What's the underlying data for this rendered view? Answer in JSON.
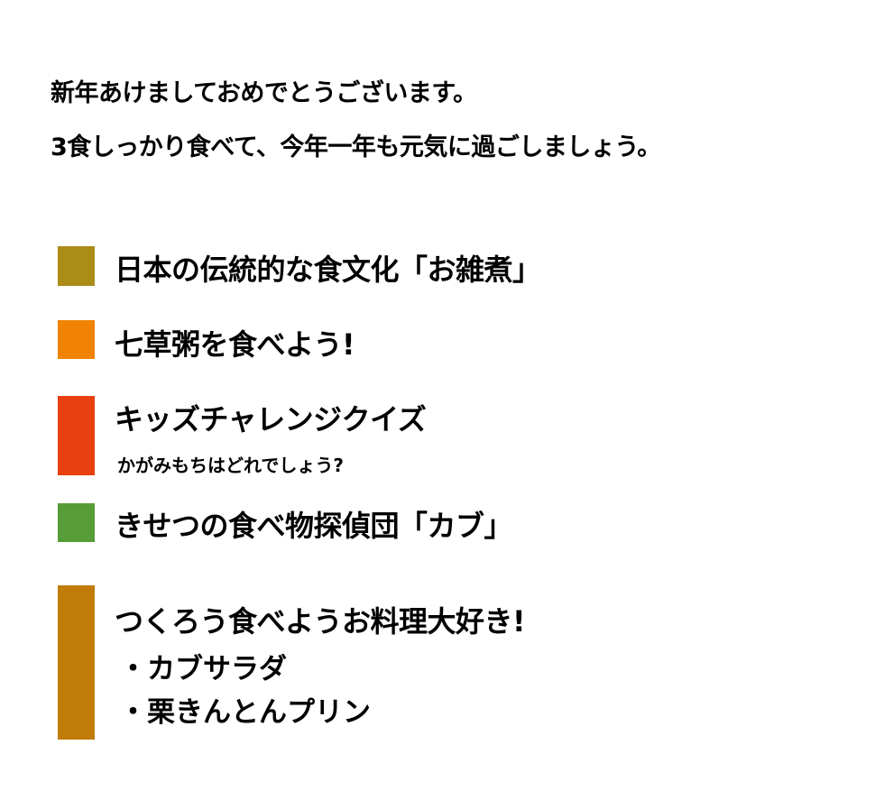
{
  "intro": {
    "line1": "新年あけましておめでとうございます。",
    "line2": "3食しっかり食べて、今年一年も元気に過ごしましょう。"
  },
  "sections": [
    {
      "title": "日本の伝統的な食文化「お雑煮」",
      "color": "#AB8C17"
    },
    {
      "title": "七草粥を食べよう!",
      "color": "#F08302"
    },
    {
      "title": "キッズチャレンジクイズ",
      "subtitle": "かがみもちはどれでしょう?",
      "color": "#E8400F"
    },
    {
      "title": "きせつの食べ物探偵団「カブ」",
      "color": "#569C37"
    },
    {
      "title": "つくろう食べようお料理大好き!",
      "items": [
        "・カブサラダ",
        "・栗きんとんプリン"
      ],
      "color": "#C07C06"
    }
  ]
}
